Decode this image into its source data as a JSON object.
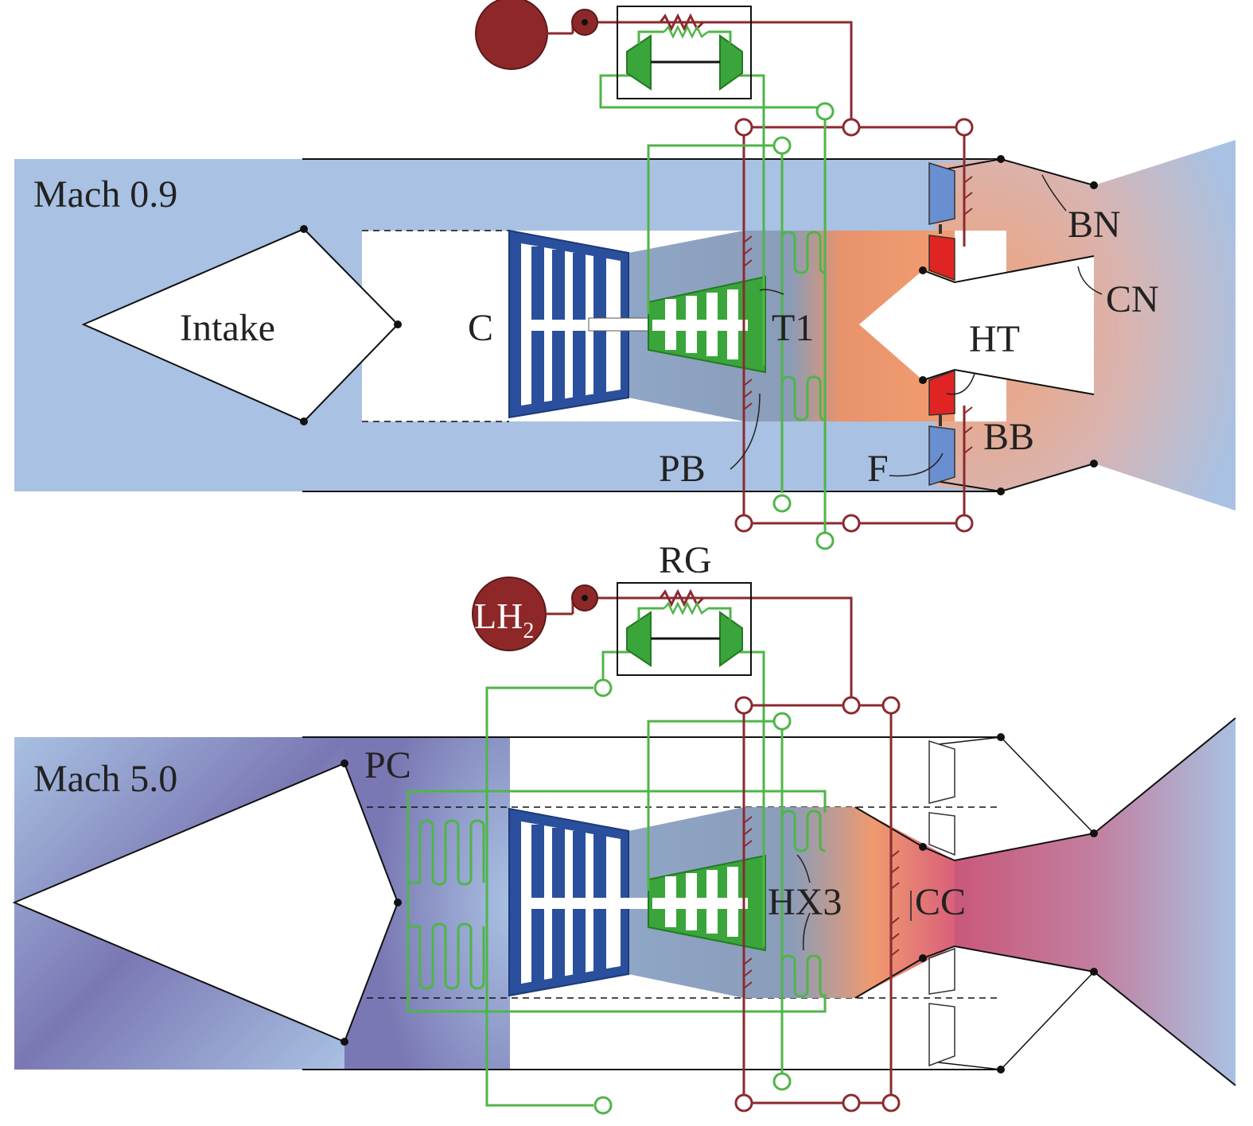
{
  "colors": {
    "duct_blue": "#a9c1e2",
    "compressor_blue": "#2a4f9c",
    "turbine_green": "#3aa53a",
    "circuit_green": "#4fb548",
    "circuit_red": "#8b2a2f",
    "hot_orange": "#f09a6f",
    "heater_red": "#e02424",
    "fan_blue": "#6a8fd0",
    "precooler_purple": "#7a78b4",
    "tank_red": "#8e2828",
    "combustion_pink": "#c9587a"
  },
  "top_diagram": {
    "flight_condition": "Mach 0.9",
    "labels": {
      "intake": "Intake",
      "compressor": "C",
      "turbine": "T1",
      "preburner": "PB",
      "fan": "F",
      "helium_turbine": "HT",
      "bypass_burner": "BB",
      "bypass_nozzle": "BN",
      "core_nozzle": "CN"
    }
  },
  "bottom_diagram": {
    "flight_condition": "Mach 5.0",
    "labels": {
      "regenerator": "RG",
      "tank_main": "LH",
      "tank_sub": "2",
      "precooler": "PC",
      "heat_exchanger": "HX3",
      "combustion_chamber": "CC"
    }
  }
}
